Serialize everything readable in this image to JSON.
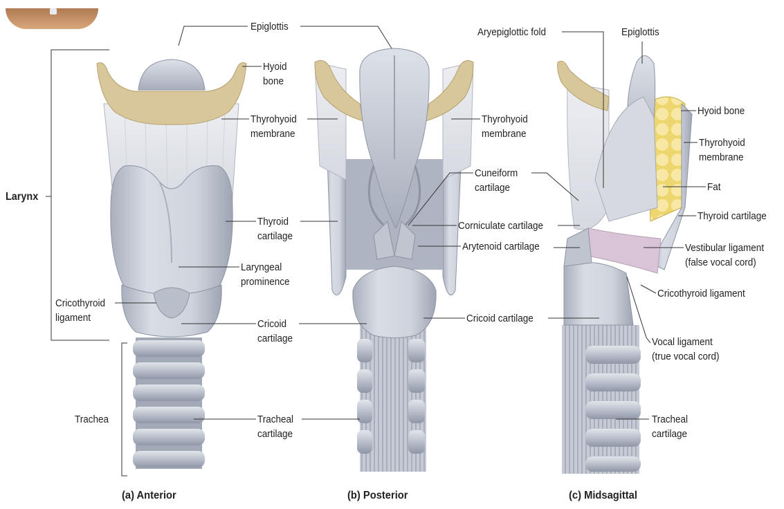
{
  "labels": {
    "larynx": "Larynx",
    "trachea": "Trachea",
    "cricothyroid_ligament_a": [
      "Cricothyroid",
      "ligament"
    ],
    "epiglottis_ab": "Epiglottis",
    "hyoid_bone_a": [
      "Hyoid",
      "bone"
    ],
    "thyrohyoid_membrane_a": [
      "Thyrohyoid",
      "membrane"
    ],
    "thyroid_cartilage_a": [
      "Thyroid",
      "cartilage"
    ],
    "laryngeal_prominence": [
      "Laryngeal",
      "prominence"
    ],
    "cricoid_cartilage_a": [
      "Cricoid",
      "cartilage"
    ],
    "tracheal_cartilage_ab": [
      "Tracheal",
      "cartilage"
    ],
    "thyrohyoid_membrane_b": [
      "Thyrohyoid",
      "membrane"
    ],
    "cuneiform_cartilage": [
      "Cuneiform",
      "cartilage"
    ],
    "corniculate_cartilage": "Corniculate cartilage",
    "arytenoid_cartilage": "Arytenoid cartilage",
    "cricoid_cartilage_b": "Cricoid cartilage",
    "aryepiglottic_fold": "Aryepiglottic fold",
    "epiglottis_c": "Epiglottis",
    "hyoid_bone_c": "Hyoid bone",
    "thyrohyoid_membrane_c": [
      "Thyrohyoid",
      "membrane"
    ],
    "fat": "Fat",
    "thyroid_cartilage_c": "Thyroid cartilage",
    "vestibular_ligament": [
      "Vestibular ligament",
      "(false vocal cord)"
    ],
    "cricothyroid_ligament_c": "Cricothyroid ligament",
    "vocal_ligament": [
      "Vocal ligament",
      "(true vocal cord)"
    ],
    "tracheal_cartilage_c": [
      "Tracheal",
      "cartilage"
    ]
  },
  "captions": {
    "anterior": "(a) Anterior",
    "posterior": "(b) Posterior",
    "midsagittal": "(c) Midsagittal"
  },
  "colors": {
    "cartilage": "#c9ced8",
    "cartilage_dark": "#9aa1b0",
    "hyoid_bone": "#d8c79a",
    "fat": "#f3df86",
    "ligament_pink": "#d9c3d6",
    "leader_line": "#333333"
  }
}
